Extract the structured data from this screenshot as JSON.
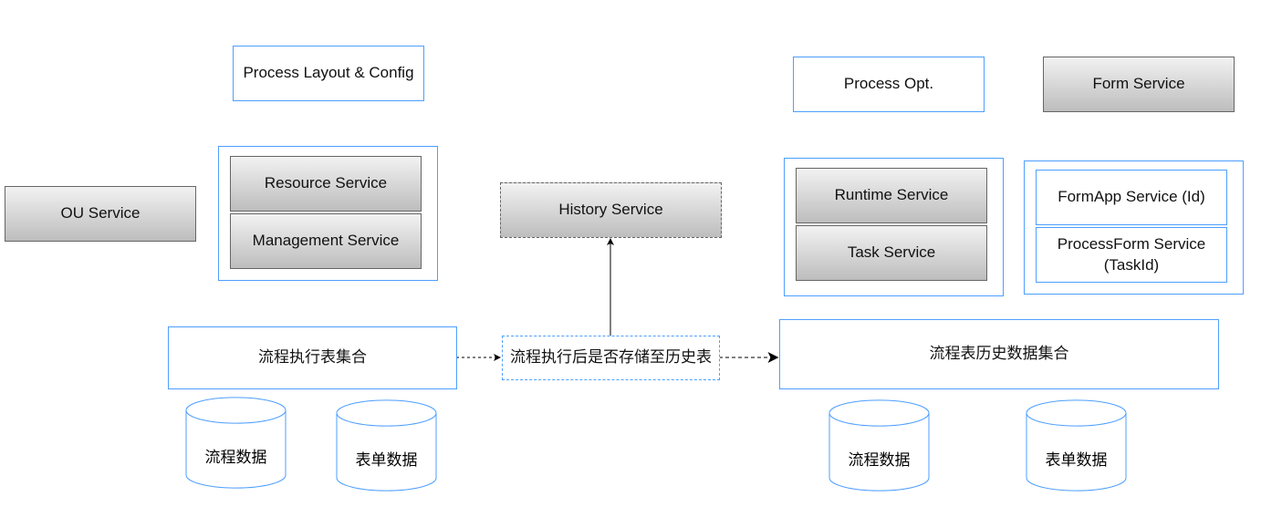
{
  "nodes": {
    "process_layout": "Process Layout & Config",
    "ou_service": "OU Service",
    "resource_service": "Resource Service",
    "management_service": "Management Service",
    "history_service": "History Service",
    "process_opt": "Process Opt.",
    "form_service": "Form Service",
    "runtime_service": "Runtime Service",
    "task_service": "Task Service",
    "formapp_service": "FormApp Service (Id)",
    "processform_service": "ProcessForm Service (TaskId)",
    "exec_tables": "流程执行表集合",
    "decision": "流程执行后是否存储至历史表",
    "history_tables": "流程表历史数据集合"
  },
  "databases": [
    "流程数据",
    "表单数据",
    "流程数据",
    "表单数据"
  ],
  "colors": {
    "blue_border": "#4d9fff",
    "gray_border": "#666666"
  }
}
